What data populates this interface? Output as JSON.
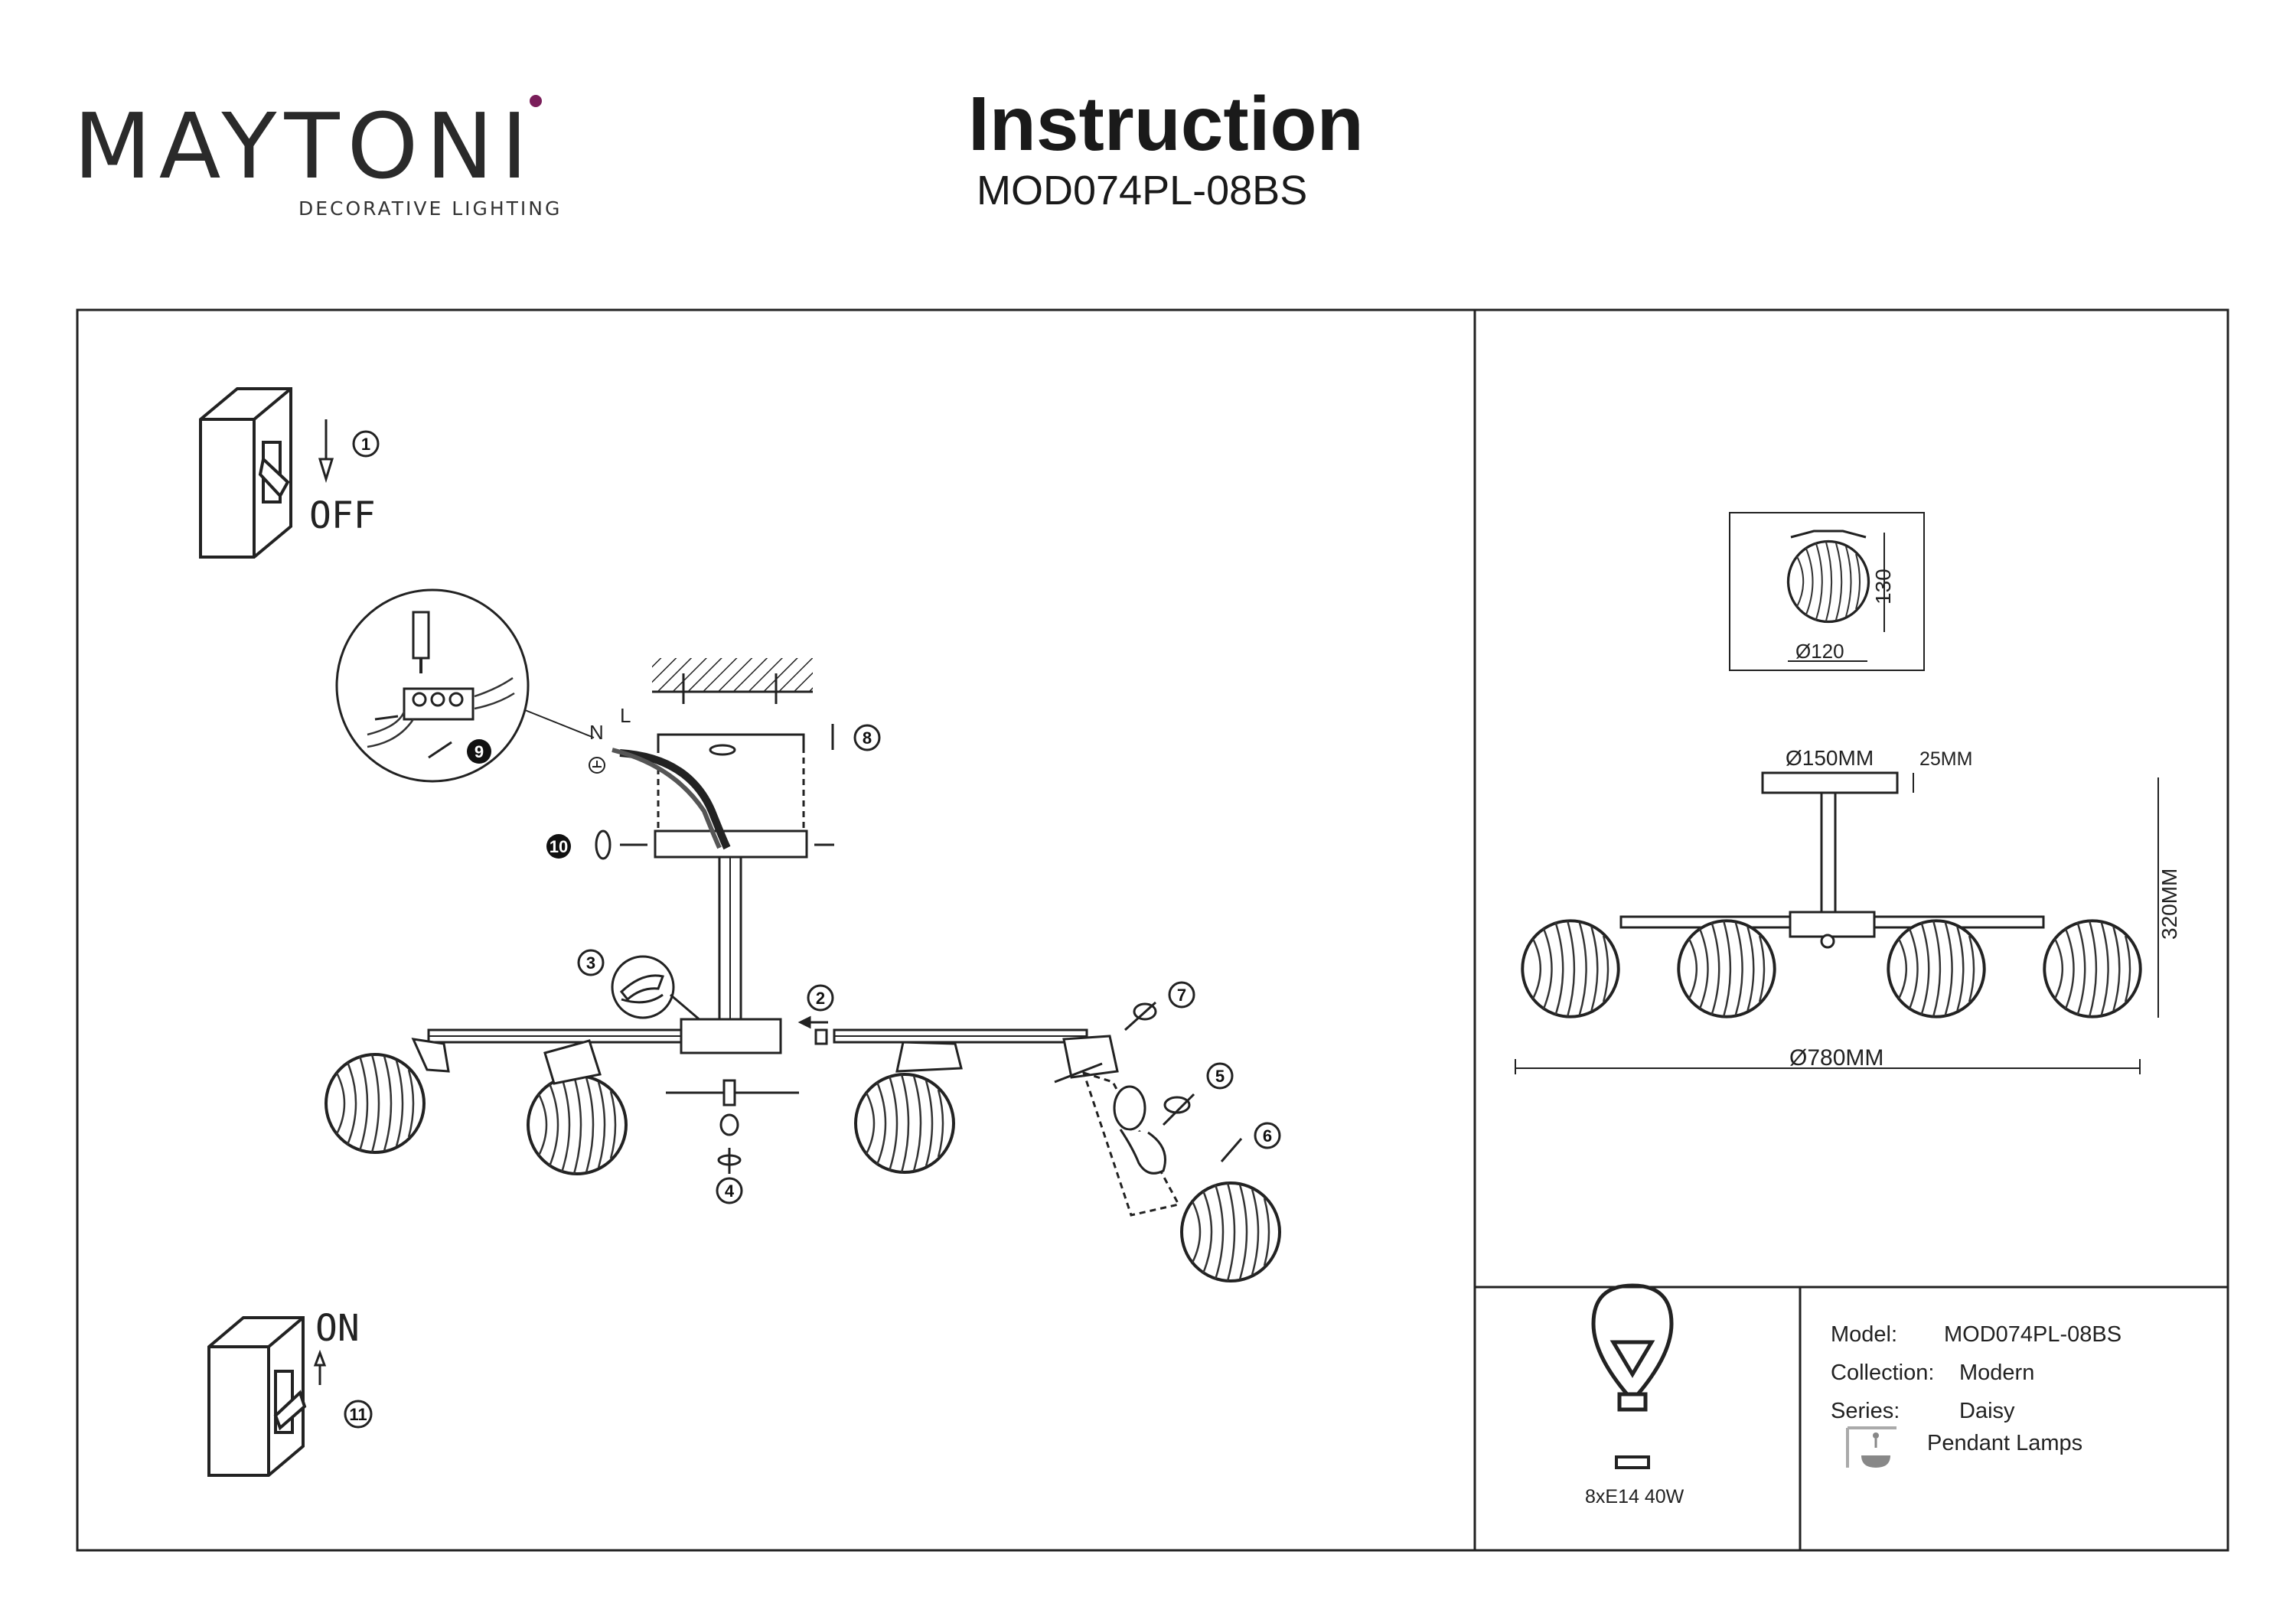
{
  "header": {
    "brand": "MAYTONI",
    "brand_tagline": "DECORATIVE LIGHTING",
    "title": "Instruction",
    "model_code": "MOD074PL-08BS"
  },
  "steps": {
    "off_label": "OFF",
    "on_label": "ON",
    "wire_n": "N",
    "wire_l": "L",
    "numbers": [
      "1",
      "2",
      "3",
      "4",
      "5",
      "6",
      "7",
      "8",
      "9",
      "10",
      "11"
    ]
  },
  "dimensions": {
    "shade_height": "130",
    "shade_diameter": "Ø120",
    "canopy_diameter": "Ø150MM",
    "canopy_height": "25MM",
    "total_height": "320MM",
    "total_diameter": "Ø780MM"
  },
  "info": {
    "model_label": "Model:",
    "model_value": "MOD074PL-08BS",
    "collection_label": "Collection:",
    "collection_value": "Modern",
    "series_label": "Series:",
    "series_value": "Daisy",
    "type_value": "Pendant Lamps",
    "lamp_spec": "8xE14 40W"
  },
  "colors": {
    "line": "#222222",
    "brand_accent": "#7a1e5a"
  },
  "icons": [
    "switch-off-icon",
    "switch-on-icon",
    "screwdriver-icon",
    "pliers-icon",
    "bulb-icon",
    "pendant-lamp-icon",
    "ground-icon"
  ]
}
